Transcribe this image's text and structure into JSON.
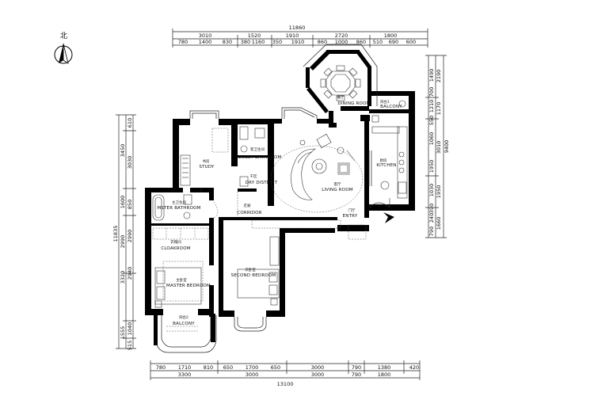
{
  "compass": {
    "label": "北"
  },
  "dimensions": {
    "top_total": "11860",
    "top_group": [
      "3010",
      "1520",
      "1910",
      "2720",
      "1800"
    ],
    "top_detail": [
      "780",
      "1400",
      "830",
      "380",
      "1160",
      "350",
      "1910",
      "860",
      "1000",
      "860",
      "510",
      "690",
      "600"
    ],
    "bottom_total": "13100",
    "bottom_group": [
      "3300",
      "3000",
      "3000",
      "790",
      "1800"
    ],
    "bottom_detail": [
      "780",
      "1710",
      "810",
      "650",
      "1700",
      "650",
      "3000",
      "790",
      "1380",
      "420"
    ],
    "left_total": "11835",
    "left_group": [
      "3450",
      "1600",
      "2990",
      "3320",
      "1555"
    ],
    "left_detail": [
      "610",
      "3030",
      "850",
      "2990",
      "2940",
      "1040",
      "515"
    ],
    "right_total": "9400",
    "right_group": [
      "2190",
      "1170",
      "3010",
      "1950",
      "1660"
    ],
    "right_detail": [
      "1490",
      "700",
      "1210",
      "550",
      "1060",
      "1950",
      "1030",
      "390",
      "240",
      "790"
    ]
  },
  "rooms": [
    {
      "id": "dining",
      "cn": "餐厅",
      "en": "DINING ROOM"
    },
    {
      "id": "balcony1",
      "cn": "阳台1",
      "en": "BALCONY"
    },
    {
      "id": "study",
      "cn": "书房",
      "en": "STUDY"
    },
    {
      "id": "guest_bath",
      "cn": "客卫生间",
      "en": "GUEST BATHROOM"
    },
    {
      "id": "dry",
      "cn": "干区",
      "en": "DRY DISTRICT"
    },
    {
      "id": "living",
      "cn": "客厅",
      "en": "LIVING ROOM"
    },
    {
      "id": "kitchen",
      "cn": "厨房",
      "en": "KITCHEN"
    },
    {
      "id": "master_bath",
      "cn": "主卫生间",
      "en": "MSTER BATHROOM"
    },
    {
      "id": "corridor",
      "cn": "走廊",
      "en": "CORRIDOR"
    },
    {
      "id": "entry",
      "cn": "门厅",
      "en": "ENTRY"
    },
    {
      "id": "cloak",
      "cn": "衣帽间",
      "en": "CLOAKROOM"
    },
    {
      "id": "master_bed",
      "cn": "主卧室",
      "en": "MASTER BEDROOM"
    },
    {
      "id": "second_bed",
      "cn": "次卧室",
      "en": "SECOND BEDROOM"
    },
    {
      "id": "balcony2",
      "cn": "阳台2",
      "en": "BALCONY"
    }
  ]
}
